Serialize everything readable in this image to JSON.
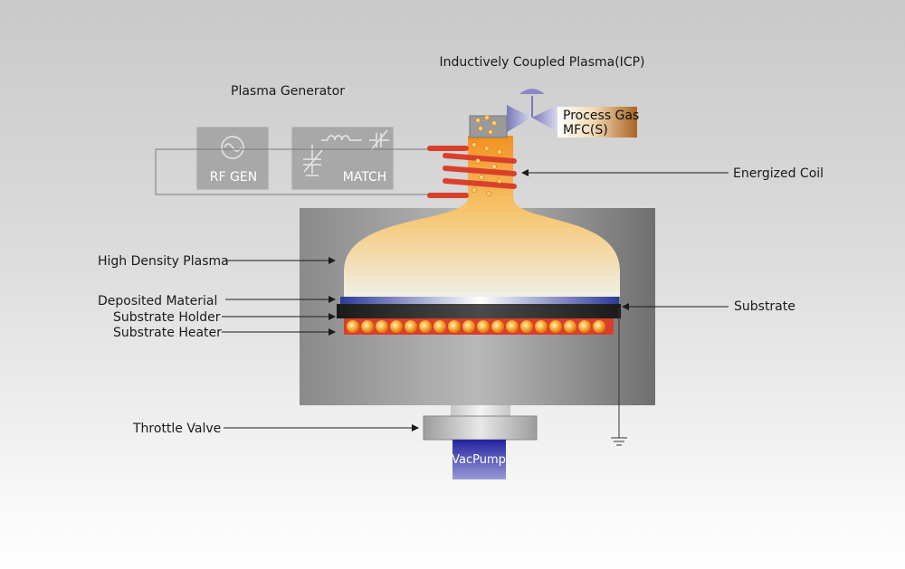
{
  "title": "Inductively Coupled Plasma(ICP)",
  "generator": {
    "title": "Plasma Generator",
    "rf_gen": "RF GEN",
    "match": "MATCH"
  },
  "gas": {
    "line1": "Process Gas",
    "line2": "MFC(S)"
  },
  "labels": {
    "energized_coil": "Energized Coil",
    "high_density_plasma": "High Density Plasma",
    "deposited_material": "Deposited Material",
    "substrate_holder": "Substrate Holder",
    "substrate_heater": "Substrate Heater",
    "substrate": "Substrate",
    "throttle_valve": "Throttle Valve",
    "vacpump": "VacPump"
  },
  "colors": {
    "chamber": "#9a9a9a",
    "plasma": "#f7a232",
    "coil": "#d9402c",
    "heater": "#f3a22e",
    "holder": "#1e1e1e",
    "deposited": "#3a4aa6",
    "pump": "#2f2fa8"
  },
  "icons": [
    "sine-wave-icon",
    "variable-capacitor-icon",
    "inductor-icon",
    "valve-icon",
    "ground-icon"
  ]
}
